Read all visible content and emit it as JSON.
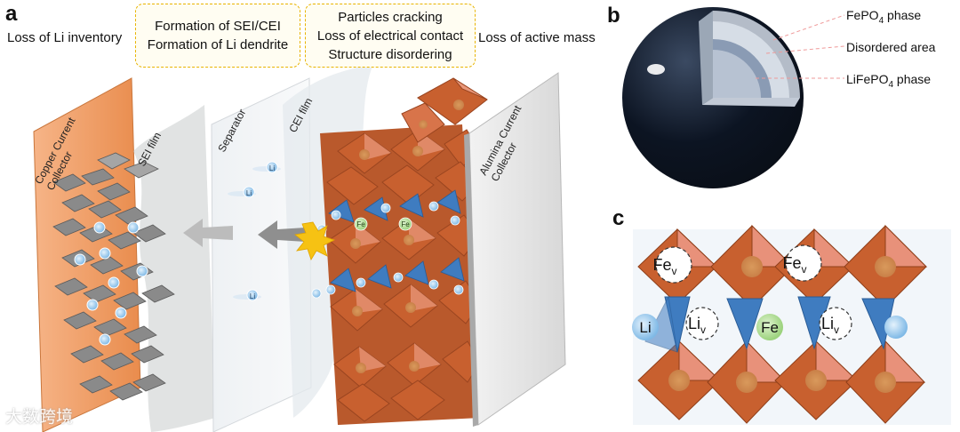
{
  "panels": {
    "a": "a",
    "b": "b",
    "c": "c"
  },
  "panel_a": {
    "top_labels": {
      "loss_li": "Loss of Li inventory",
      "loss_mass": "Loss of active mass"
    },
    "box_left": [
      "Formation of SEI/CEI",
      "Formation of Li dendrite"
    ],
    "box_right": [
      "Particles cracking",
      "Loss of electrical contact",
      "Structure disordering"
    ],
    "copper": [
      "Copper Current",
      "Collector"
    ],
    "sei": "SEI film",
    "separator": "Separator",
    "cei": "CEI film",
    "alumina": [
      "Alumina Current",
      "Collector"
    ],
    "ion_li": "Li",
    "ion_fe": "Fe"
  },
  "panel_b": {
    "fepo4": {
      "pre": "FePO",
      "sub": "4",
      "post": " phase"
    },
    "disordered": "Disordered area",
    "lifepo4": {
      "pre": "LiFePO",
      "sub": "4",
      "post": " phase"
    }
  },
  "panel_c": {
    "fe_v": {
      "main": "Fe",
      "sub": "v"
    },
    "li_v": {
      "main": "Li",
      "sub": "v"
    },
    "li": "Li",
    "fe": "Fe"
  },
  "watermark": "大数跨境",
  "colors": {
    "copper": "#f0a36c",
    "octahedron": "#c8602f",
    "octahedron_light": "#e8917a",
    "tetrahedron": "#3f7cc0",
    "li_ion": "#8ec4ec",
    "fe_ion": "#a8d98a",
    "dendrite": "#7f7f7f",
    "box_border": "#e8b400",
    "sphere": "#0f1a2a"
  }
}
